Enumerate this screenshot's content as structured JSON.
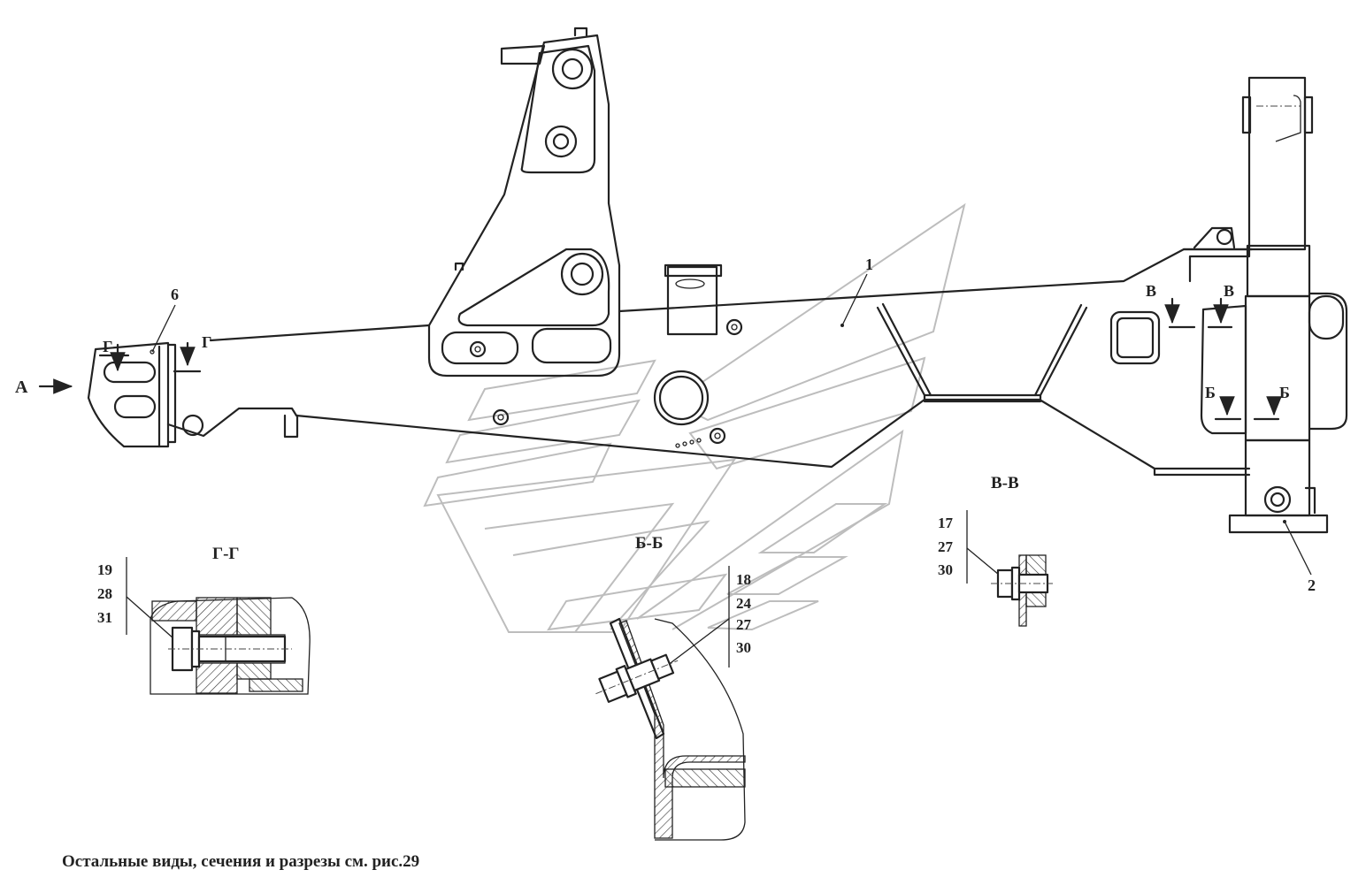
{
  "views": {
    "arrow_view": "А",
    "section_gg": "Г-Г",
    "section_bb": "Б-Б",
    "section_vv": "В-В"
  },
  "cut_marks": {
    "g_left": "Г",
    "g_right": "Г",
    "v_left": "В",
    "v_right": "В",
    "b_left": "Б",
    "b_right": "Б"
  },
  "part_numbers": {
    "p1": "1",
    "p2": "2",
    "p6": "6"
  },
  "callouts": {
    "gg": [
      "19",
      "28",
      "31"
    ],
    "bb": [
      "18",
      "24",
      "27",
      "30"
    ],
    "vv": [
      "17",
      "27",
      "30"
    ]
  },
  "footnote": "Остальные виды, сечения и разрезы см. рис.29"
}
